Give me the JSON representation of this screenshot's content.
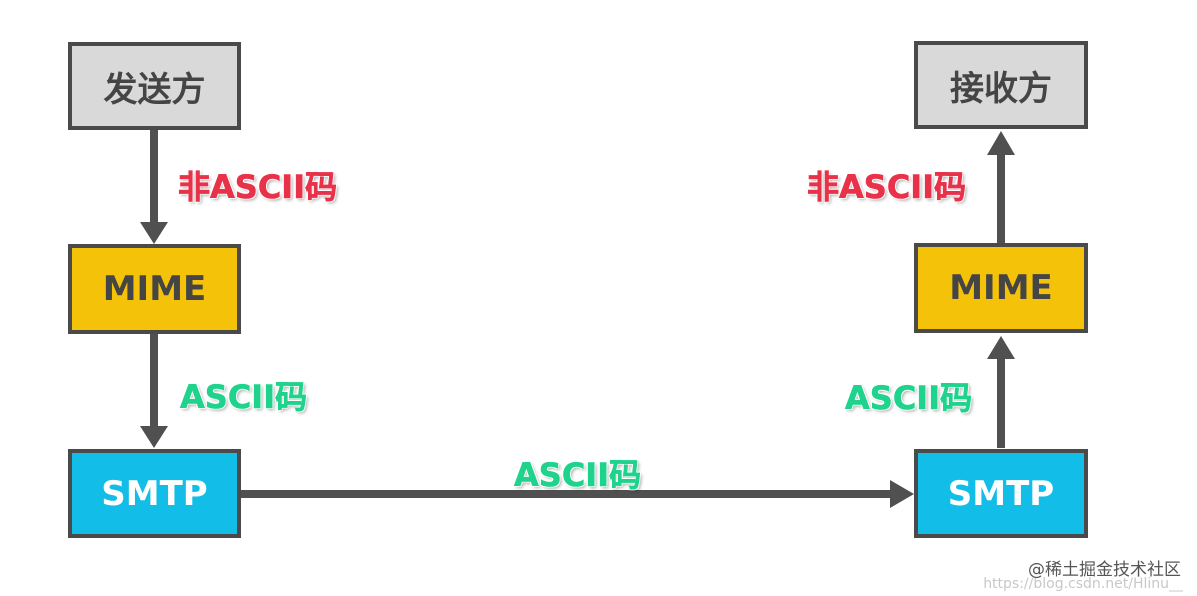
{
  "colors": {
    "gray_box": "#d9d9d9",
    "gold_box": "#f5c20a",
    "blue_box": "#12bde8",
    "arrow": "#505050",
    "red_label": "#e8324a",
    "green_label": "#1fd38c"
  },
  "sender": {
    "label": "发送方"
  },
  "receiver": {
    "label": "接收方"
  },
  "left_mime": {
    "label": "MIME"
  },
  "right_mime": {
    "label": "MIME"
  },
  "left_smtp": {
    "label": "SMTP"
  },
  "right_smtp": {
    "label": "SMTP"
  },
  "edge_labels": {
    "left_top": "非ASCII码",
    "left_middle": "ASCII码",
    "bottom": "ASCII码",
    "right_middle": "ASCII码",
    "right_top": "非ASCII码"
  },
  "watermark": {
    "brand": "@稀土掘金技术社区",
    "url": "https://blog.csdn.net/Hlinu__"
  }
}
